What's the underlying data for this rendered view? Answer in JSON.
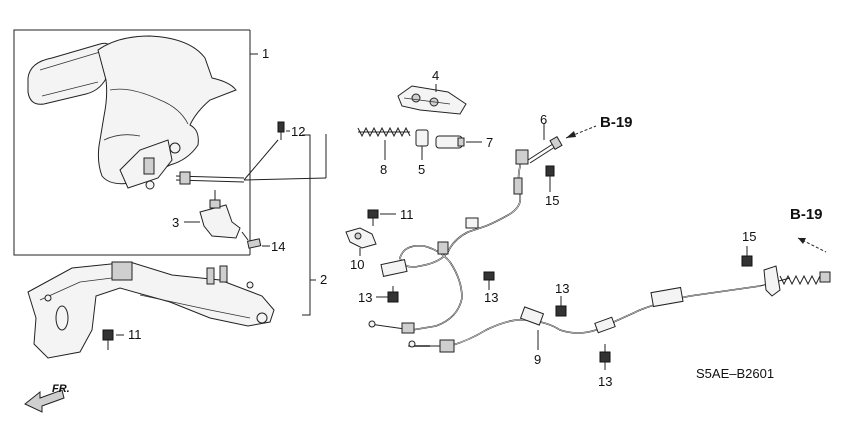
{
  "callouts": [
    {
      "id": "c1",
      "label": "1"
    },
    {
      "id": "c2",
      "label": "2"
    },
    {
      "id": "c3",
      "label": "3"
    },
    {
      "id": "c4",
      "label": "4"
    },
    {
      "id": "c5",
      "label": "5"
    },
    {
      "id": "c6",
      "label": "6"
    },
    {
      "id": "c7",
      "label": "7"
    },
    {
      "id": "c8",
      "label": "8"
    },
    {
      "id": "c9",
      "label": "9"
    },
    {
      "id": "c10",
      "label": "10"
    },
    {
      "id": "c11a",
      "label": "11"
    },
    {
      "id": "c11b",
      "label": "11"
    },
    {
      "id": "c12",
      "label": "12"
    },
    {
      "id": "c13a",
      "label": "13"
    },
    {
      "id": "c13b",
      "label": "13"
    },
    {
      "id": "c13c",
      "label": "13"
    },
    {
      "id": "c13d",
      "label": "13"
    },
    {
      "id": "c14",
      "label": "14"
    },
    {
      "id": "c15a",
      "label": "15"
    },
    {
      "id": "c15b",
      "label": "15"
    }
  ],
  "references": {
    "b19_top": "B-19",
    "b19_right": "B-19"
  },
  "diagram_code": "S5AE–B2601",
  "direction_label": "FR."
}
